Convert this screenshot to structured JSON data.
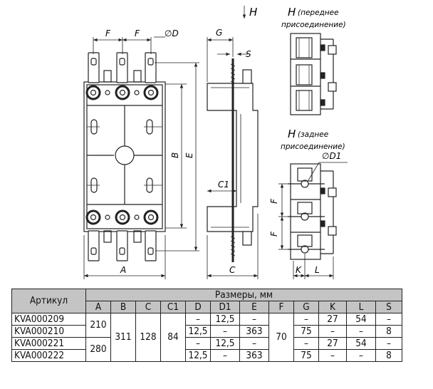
{
  "drawing": {
    "view_labels": {
      "H": "H",
      "H_front": "H",
      "front_note_1": "(переднее",
      "front_note_2": "присоединение)",
      "H_rear": "H",
      "rear_note_1": "(заднее",
      "rear_note_2": "присоединение)"
    },
    "dimensions": {
      "F1": "F",
      "F2": "F",
      "D": "∅D",
      "G": "G",
      "S": "S",
      "B": "B",
      "E": "E",
      "C1": "C1",
      "C": "C",
      "A": "A",
      "D1": "∅D1",
      "F3": "F",
      "F4": "F",
      "K": "K",
      "L": "L"
    }
  },
  "table": {
    "article_header": "Артикул",
    "group_header": "Размеры, мм",
    "columns": [
      "A",
      "B",
      "C",
      "C1",
      "D",
      "D1",
      "E",
      "F",
      "G",
      "K",
      "L",
      "S"
    ],
    "rows": [
      {
        "article": "KVA000209",
        "A": "210",
        "B": "311",
        "C": "128",
        "C1": "84",
        "D": "–",
        "D1": "12,5",
        "E": "–",
        "F": "70",
        "G": "–",
        "K": "27",
        "L": "54",
        "S": "–"
      },
      {
        "article": "KVA000210",
        "D": "12,5",
        "D1": "–",
        "E": "363",
        "G": "75",
        "K": "–",
        "L": "–",
        "S": "8"
      },
      {
        "article": "KVA000221",
        "A": "280",
        "D": "–",
        "D1": "12,5",
        "E": "–",
        "G": "–",
        "K": "27",
        "L": "54",
        "S": "–"
      },
      {
        "article": "KVA000222",
        "D": "12,5",
        "D1": "–",
        "E": "363",
        "G": "75",
        "K": "–",
        "L": "–",
        "S": "8"
      }
    ]
  }
}
